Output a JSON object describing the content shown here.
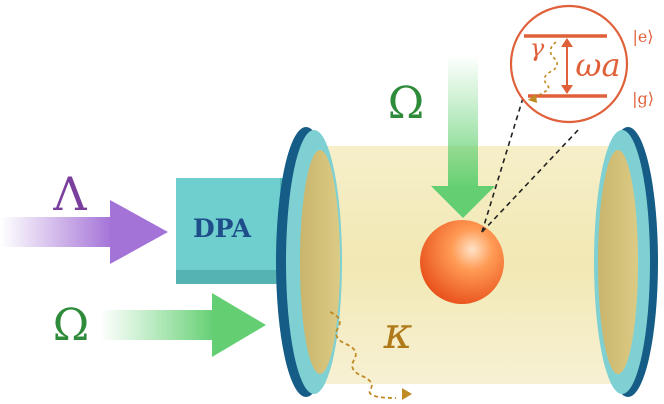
{
  "diagram": {
    "dpa_label": "DPA",
    "lambda_label": "Λ",
    "omega_top_label": "Ω",
    "omega_left_label": "Ω",
    "kappa_label": "κ",
    "gamma_label": "γ",
    "omega_a_label": "ωa",
    "state_e_label": "|e⟩",
    "state_g_label": "|g⟩"
  },
  "colors": {
    "lambda": "#7a3e9d",
    "omega": "#2e8b3a",
    "kappa": "#b07a1a",
    "atom_level": "#e0603a",
    "mirror_dark": "#155c86",
    "mirror_light": "#7fd0d2",
    "dpa_box": "#6fcfce",
    "cavity_fill": "#f5eec2"
  }
}
